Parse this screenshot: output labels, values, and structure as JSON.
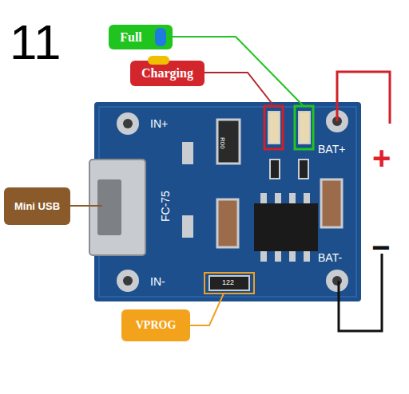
{
  "diagram": {
    "nodes": [
      {
        "text": [
          "Full"
        ]
      },
      {
        "text": [
          "Charging"
        ]
      },
      {
        "text": [
          "Mini USB"
        ]
      },
      {
        "text": [
          "VPROG"
        ]
      }
    ],
    "labels": [
      "11",
      "IN+",
      "BAT+",
      "+",
      "FC-75",
      "R00",
      "BAT-",
      "−",
      "IN-",
      "122"
    ]
  }
}
